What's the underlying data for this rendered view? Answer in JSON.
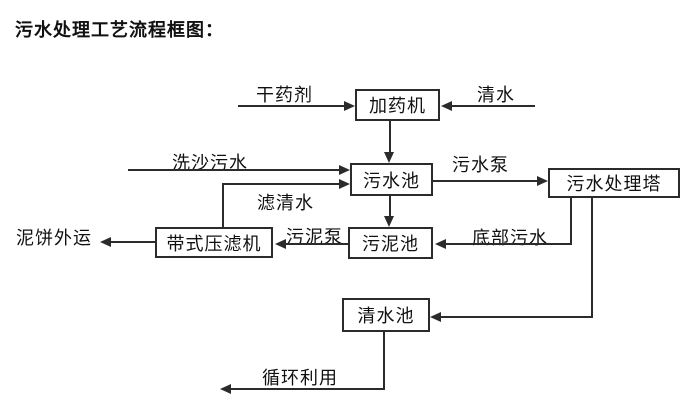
{
  "title": "污水处理工艺流程框图：",
  "diagram": {
    "nodes": {
      "dosing_machine": {
        "label": "加药机"
      },
      "sewage_pool": {
        "label": "污水池"
      },
      "treatment_tower": {
        "label": "污水处理塔"
      },
      "belt_filter_press": {
        "label": "带式压滤机"
      },
      "sludge_pool": {
        "label": "污泥池"
      },
      "clean_water_pool": {
        "label": "清水池"
      }
    },
    "flow_labels": {
      "dry_agent": "干药剂",
      "clean_water_in": "清水",
      "sand_washing_sewage": "洗沙污水",
      "filtered_water": "滤清水",
      "sewage_pump": "污水泵",
      "sludge_pump": "污泥泵",
      "mud_cake_out": "泥饼外运",
      "bottom_sewage": "底部污水",
      "recycle_use": "循环利用"
    },
    "colors": {
      "background": "#ffffff",
      "line": "#2b2b2b",
      "text": "#111111"
    }
  }
}
